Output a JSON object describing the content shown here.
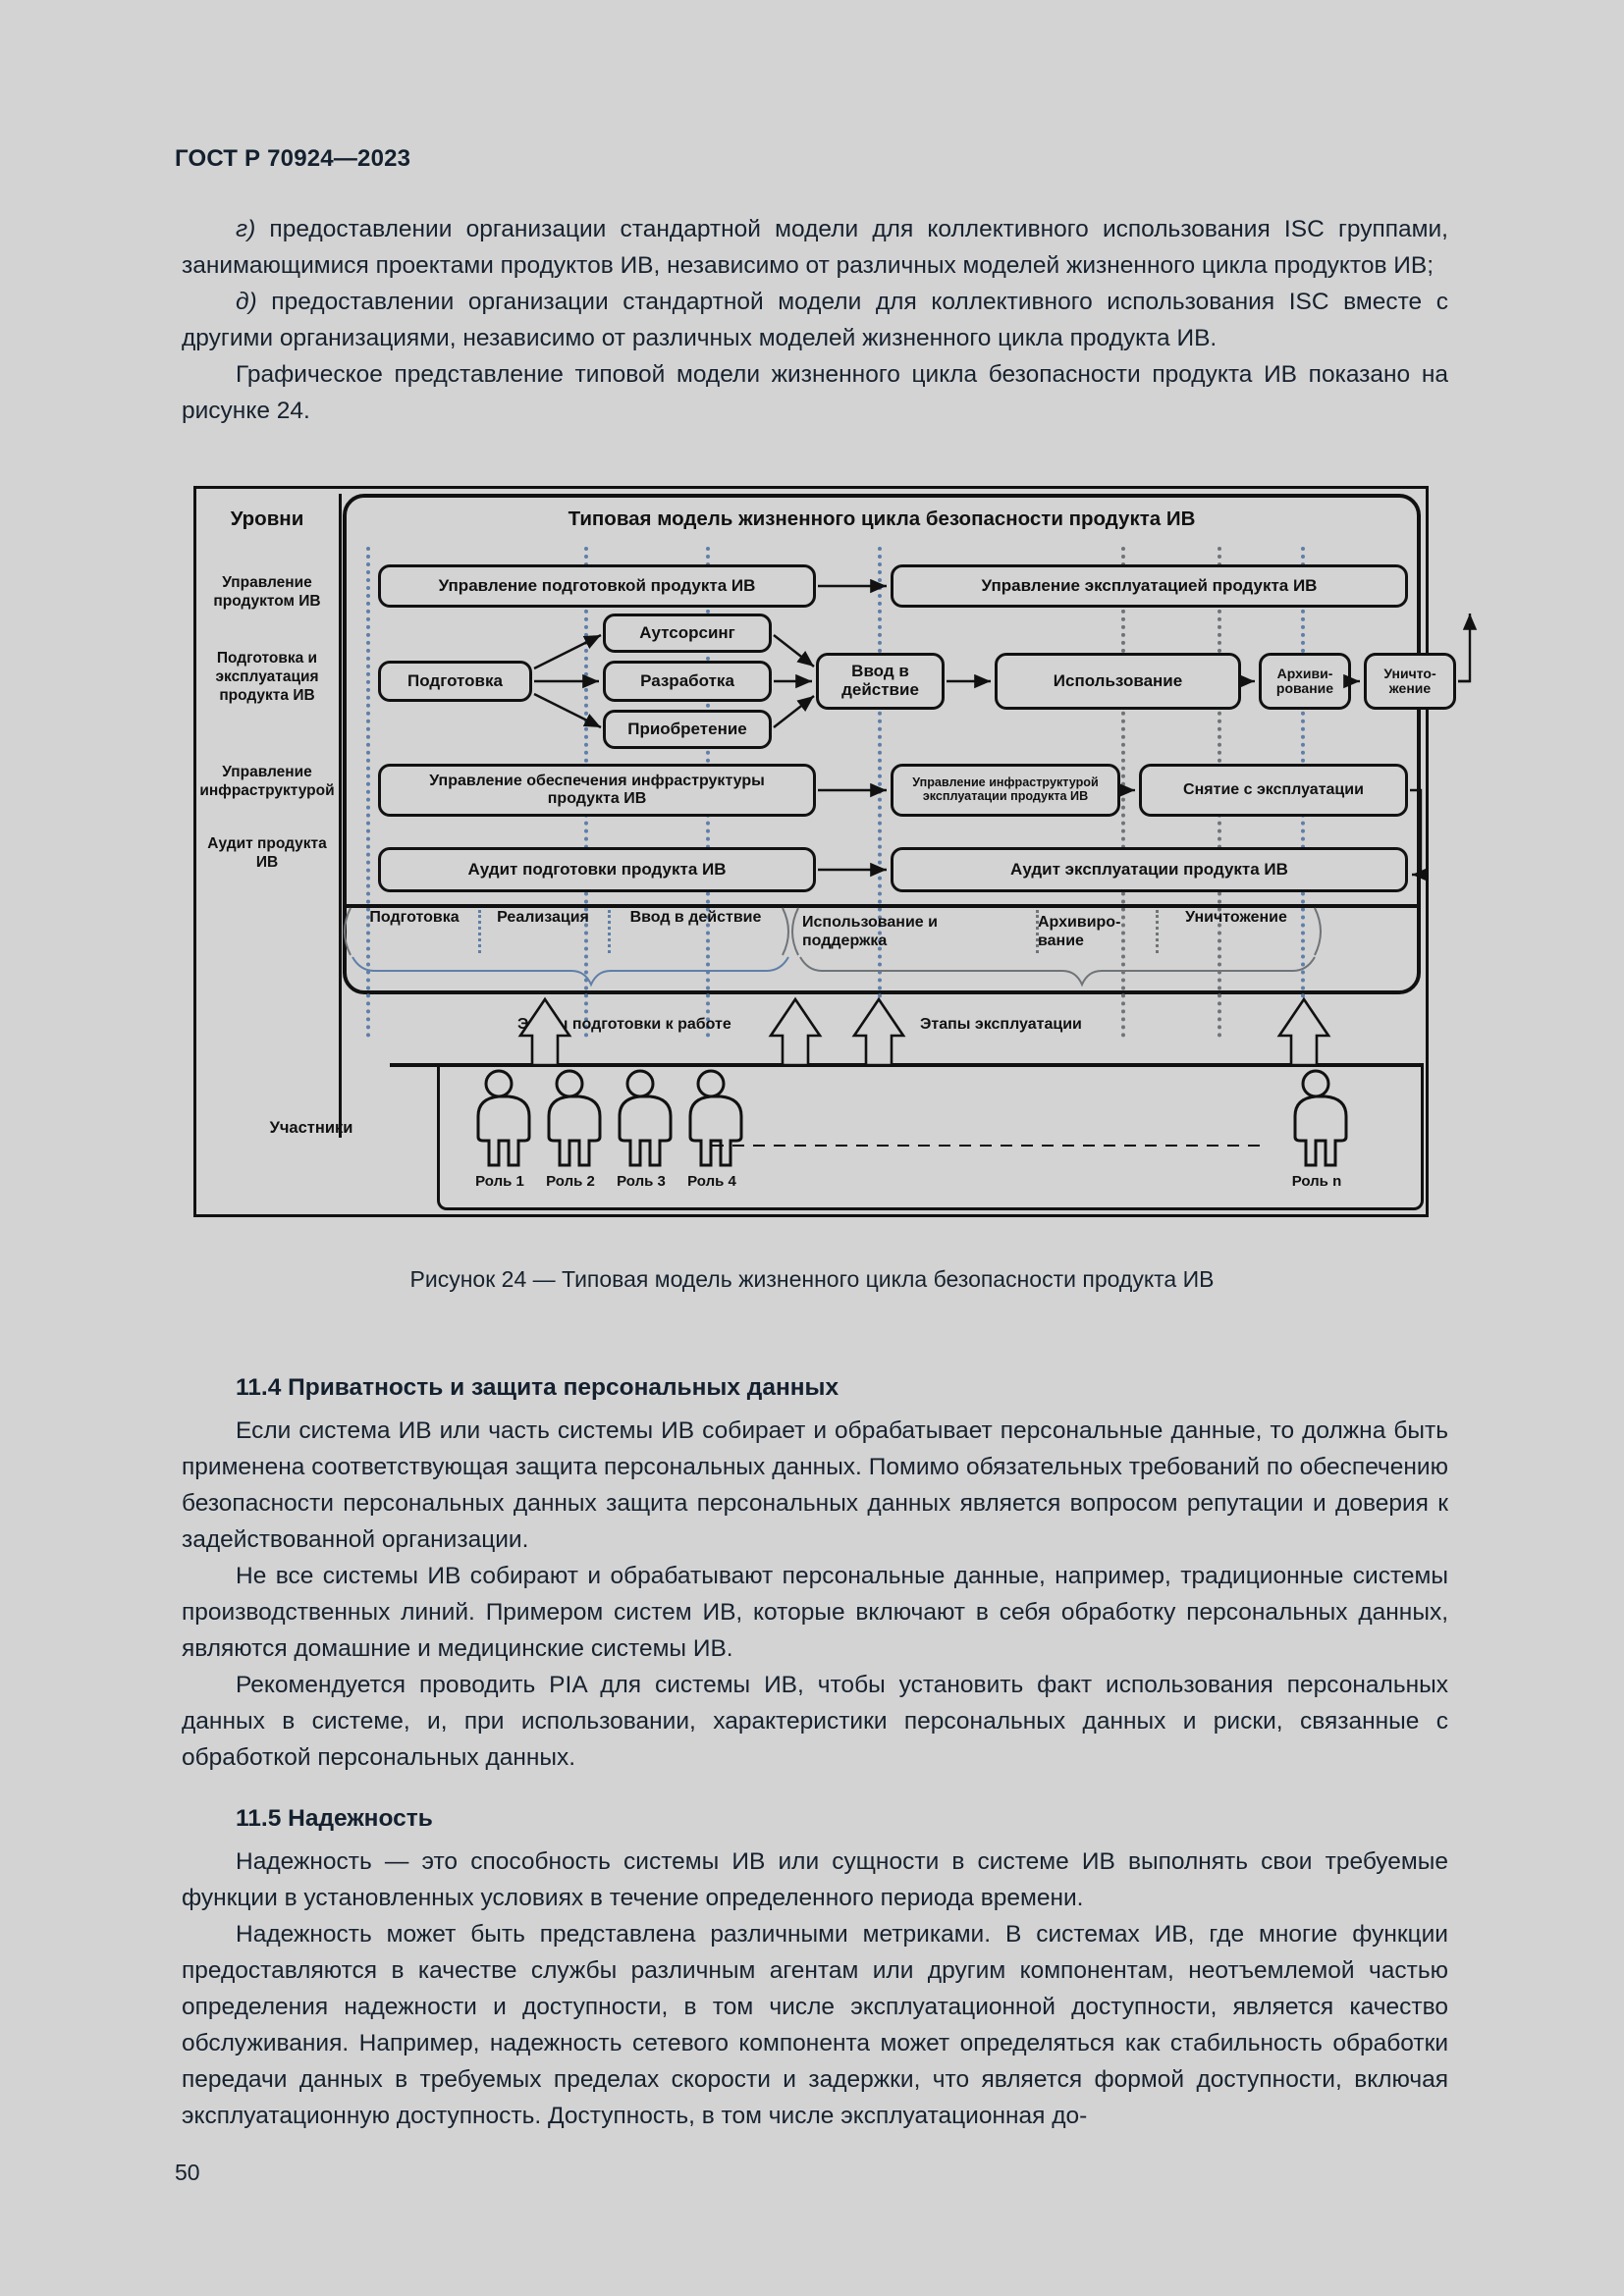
{
  "header": {
    "standard": "ГОСТ Р 70924—2023"
  },
  "page_number": "50",
  "body": {
    "p_g": "г) предоставлении организации стандартной модели для коллективного использования ISC группами, занимающимися проектами продуктов ИВ, независимо от различных моделей жизненного цикла продуктов ИВ;",
    "p_d": "д) предоставлении организации стандартной модели для коллективного использования ISC вместе с другими организациями, независимо от различных моделей жизненного цикла продукта ИВ.",
    "p_graph": "Графическое представление типовой модели жизненного цикла безопасности продукта ИВ показано на рисунке 24.",
    "marker_g": "г)",
    "marker_d": "д)",
    "caption": "Рисунок 24 — Типовая модель жизненного цикла безопасности продукта ИВ",
    "section_11_4_title": "11.4 Приватность и защита персональных данных",
    "p_11_4_1": "Если система ИВ или часть системы ИВ собирает и обрабатывает персональные данные, то должна быть применена соответствующая защита персональных данных. Помимо обязательных требований по обеспечению безопасности персональных данных защита персональных данных является вопросом репутации и доверия к задействованной организации.",
    "p_11_4_2": "Не все системы ИВ собирают и обрабатывают персональные данные, например, традиционные системы производственных линий. Примером систем ИВ, которые включают в себя обработку персональных данных, являются домашние и медицинские системы ИВ.",
    "p_11_4_3": "Рекомендуется проводить PIA для системы ИВ, чтобы установить факт использования персональных данных в системе, и, при использовании, характеристики персональных данных и риски, связанные с обработкой персональных данных.",
    "section_11_5_title": "11.5 Надежность",
    "p_11_5_1": "Надежность — это способность системы ИВ или сущности в системе ИВ выполнять свои требуемые функции в установленных условиях в течение определенного периода времени.",
    "p_11_5_2": "Надежность может быть представлена различными метриками. В системах ИВ, где многие функции предоставляются в качестве службы различным агентам или другим компонентам, неотъемлемой частью определения надежности и доступности, в том числе эксплуатационной доступности, является качество обслуживания. Например, надежность сетевого компонента может определяться как стабильность обработки передачи данных в требуемых пределах скорости и задержки, что является формой доступности, включая эксплуатационную доступность. Доступность, в том числе эксплуатационная до-"
  },
  "figure": {
    "levels_title": "Уровни",
    "title": "Типовая модель жизненного цикла безопасности продукта ИВ",
    "levels": [
      "Управление\nпродуктом ИВ",
      "Подготовка и\nэксплуатация\nпродукта ИВ",
      "Управление\nинфраструктурой",
      "Аудит продукта\nИВ"
    ],
    "level_1_line1": "Управление",
    "level_1_line2": "продуктом ИВ",
    "level_2_line1": "Подготовка и",
    "level_2_line2": "эксплуатация",
    "level_2_line3": "продукта ИВ",
    "level_3_line1": "Управление",
    "level_3_line2": "инфраструктурой",
    "level_4_line1": "Аудит продукта",
    "level_4_line2": "ИВ",
    "boxes": {
      "mgmt_prep": "Управление подготовкой продукта ИВ",
      "mgmt_oper": "Управление эксплуатацией продукта ИВ",
      "prep": "Подготовка",
      "outsourcing": "Аутсорсинг",
      "development": "Разработка",
      "acquisition": "Приобретение",
      "commissioning": "Ввод в\nдействие",
      "commissioning_l1": "Ввод в",
      "commissioning_l2": "действие",
      "usage": "Использование",
      "archiving_l1": "Архиви-",
      "archiving_l2": "рование",
      "destruction_l1": "Уничто-",
      "destruction_l2": "жение",
      "infra_prep_l1": "Управление обеспечения инфраструктуры",
      "infra_prep_l2": "продукта ИВ",
      "infra_oper_l1": "Управление инфраструктурой",
      "infra_oper_l2": "эксплуатации продукта ИВ",
      "decommission": "Снятие с эксплуатации",
      "audit_prep": "Аудит подготовки продукта ИВ",
      "audit_oper": "Аудит эксплуатации продукта ИВ"
    },
    "phases": [
      "Подготовка",
      "Реализация",
      "Ввод в действие",
      "Использование и\nподдержка",
      "Архивиро-\nвание",
      "Уничтожение"
    ],
    "phase_1": "Подготовка",
    "phase_2": "Реализация",
    "phase_3": "Ввод в действие",
    "phase_4_l1": "Использование и",
    "phase_4_l2": "поддержка",
    "phase_5_l1": "Архивиро-",
    "phase_5_l2": "вание",
    "phase_6": "Уничтожение",
    "stage_prep": "Этапы подготовки к работе",
    "stage_oper": "Этапы эксплуатации",
    "participants_label": "Участники",
    "roles": [
      "Роль 1",
      "Роль 2",
      "Роль 3",
      "Роль 4",
      "Роль n"
    ],
    "role_1": "Роль 1",
    "role_2": "Роль 2",
    "role_3": "Роль 3",
    "role_4": "Роль 4",
    "role_n": "Роль n"
  },
  "colors": {
    "page_bg": "#d3d3d3",
    "text": "#17222f",
    "ink": "#111111",
    "guide_blue": "#5f7fa8",
    "guide_grey": "#6f7478"
  }
}
